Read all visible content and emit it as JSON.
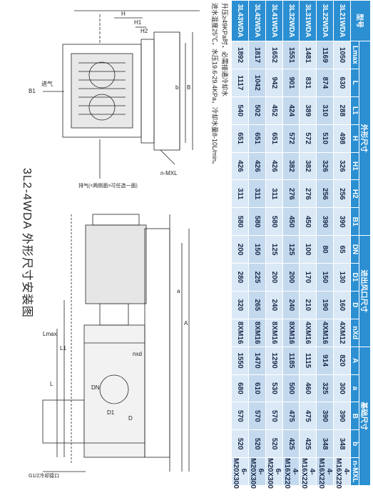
{
  "title": "3L2-4WDA 外形尺寸安装图",
  "table": {
    "header_model": "型号",
    "groups": {
      "overall": "外形尺寸",
      "ports": "进出风口尺寸",
      "foundation": "基础尺寸"
    },
    "columns": [
      "Lmax",
      "L",
      "L1",
      "H",
      "H1",
      "H2",
      "B1",
      "DN",
      "D1",
      "D",
      "nXd",
      "A",
      "a",
      "B",
      "b",
      "n-MXL"
    ],
    "rows": [
      [
        "3L21WDA",
        "1050",
        "630",
        "288",
        "498",
        "326",
        "256",
        "390",
        "65",
        "130",
        "160",
        "4XM12",
        "820",
        "300",
        "390",
        "348",
        "4-M16X220"
      ],
      [
        "3L22WDA",
        "1169",
        "874",
        "310",
        "510",
        "326",
        "256",
        "390",
        "80",
        "150",
        "190",
        "4XM16",
        "914",
        "325",
        "390",
        "348",
        "4-M16X220"
      ],
      [
        "3L31WDA",
        "1481",
        "831",
        "389",
        "572",
        "382",
        "276",
        "450",
        "100",
        "170",
        "210",
        "4XM16",
        "1115",
        "460",
        "475",
        "425",
        "4-M16X220"
      ],
      [
        "3L32WDA",
        "1551",
        "901",
        "424",
        "572",
        "382",
        "276",
        "450",
        "125",
        "200",
        "240",
        "8XM16",
        "1185",
        "500",
        "475",
        "425",
        "4-M16X220"
      ],
      [
        "3L41WDA",
        "1652",
        "942",
        "452",
        "651",
        "426",
        "311",
        "580",
        "125",
        "200",
        "240",
        "8XM16",
        "1290",
        "530",
        "570",
        "520",
        "6-M20X300"
      ],
      [
        "3L42WDA",
        "1817",
        "1042",
        "502",
        "651",
        "426",
        "311",
        "580",
        "150",
        "225",
        "265",
        "8XM16",
        "1470",
        "610",
        "570",
        "520",
        "6-M20X300"
      ],
      [
        "3L43WDA",
        "1892",
        "1117",
        "540",
        "651",
        "426",
        "311",
        "580",
        "200",
        "280",
        "320",
        "8XM16",
        "1550",
        "680",
        "570",
        "520",
        "6-M20X300"
      ]
    ]
  },
  "notes": [
    "升压≥49KPa时，必需接通冷却水",
    "进水温度25℃，水压19.6-29.4KPa，冷却水量8-10L/min。"
  ],
  "drawing_labels": {
    "lmax": "Lmax",
    "l": "L",
    "l1": "L1",
    "a": "A",
    "a_small": "a",
    "dn": "DN",
    "d1": "D1",
    "d": "D",
    "nxd": "nxd",
    "h": "H",
    "h1": "H1",
    "h2": "H2",
    "b1": "B1",
    "b": "b",
    "b_big": "B",
    "nmxl": "n-MXL",
    "inlet": "进气",
    "outlet_note": "排气(<两侧面>可任选一面)",
    "cooling_port": "G1/2冷却接口"
  },
  "colors": {
    "header_blue": "#2b8fd2",
    "row_light": "#dbe9f6",
    "row_dark": "#c3d9ee",
    "line": "#222222"
  }
}
